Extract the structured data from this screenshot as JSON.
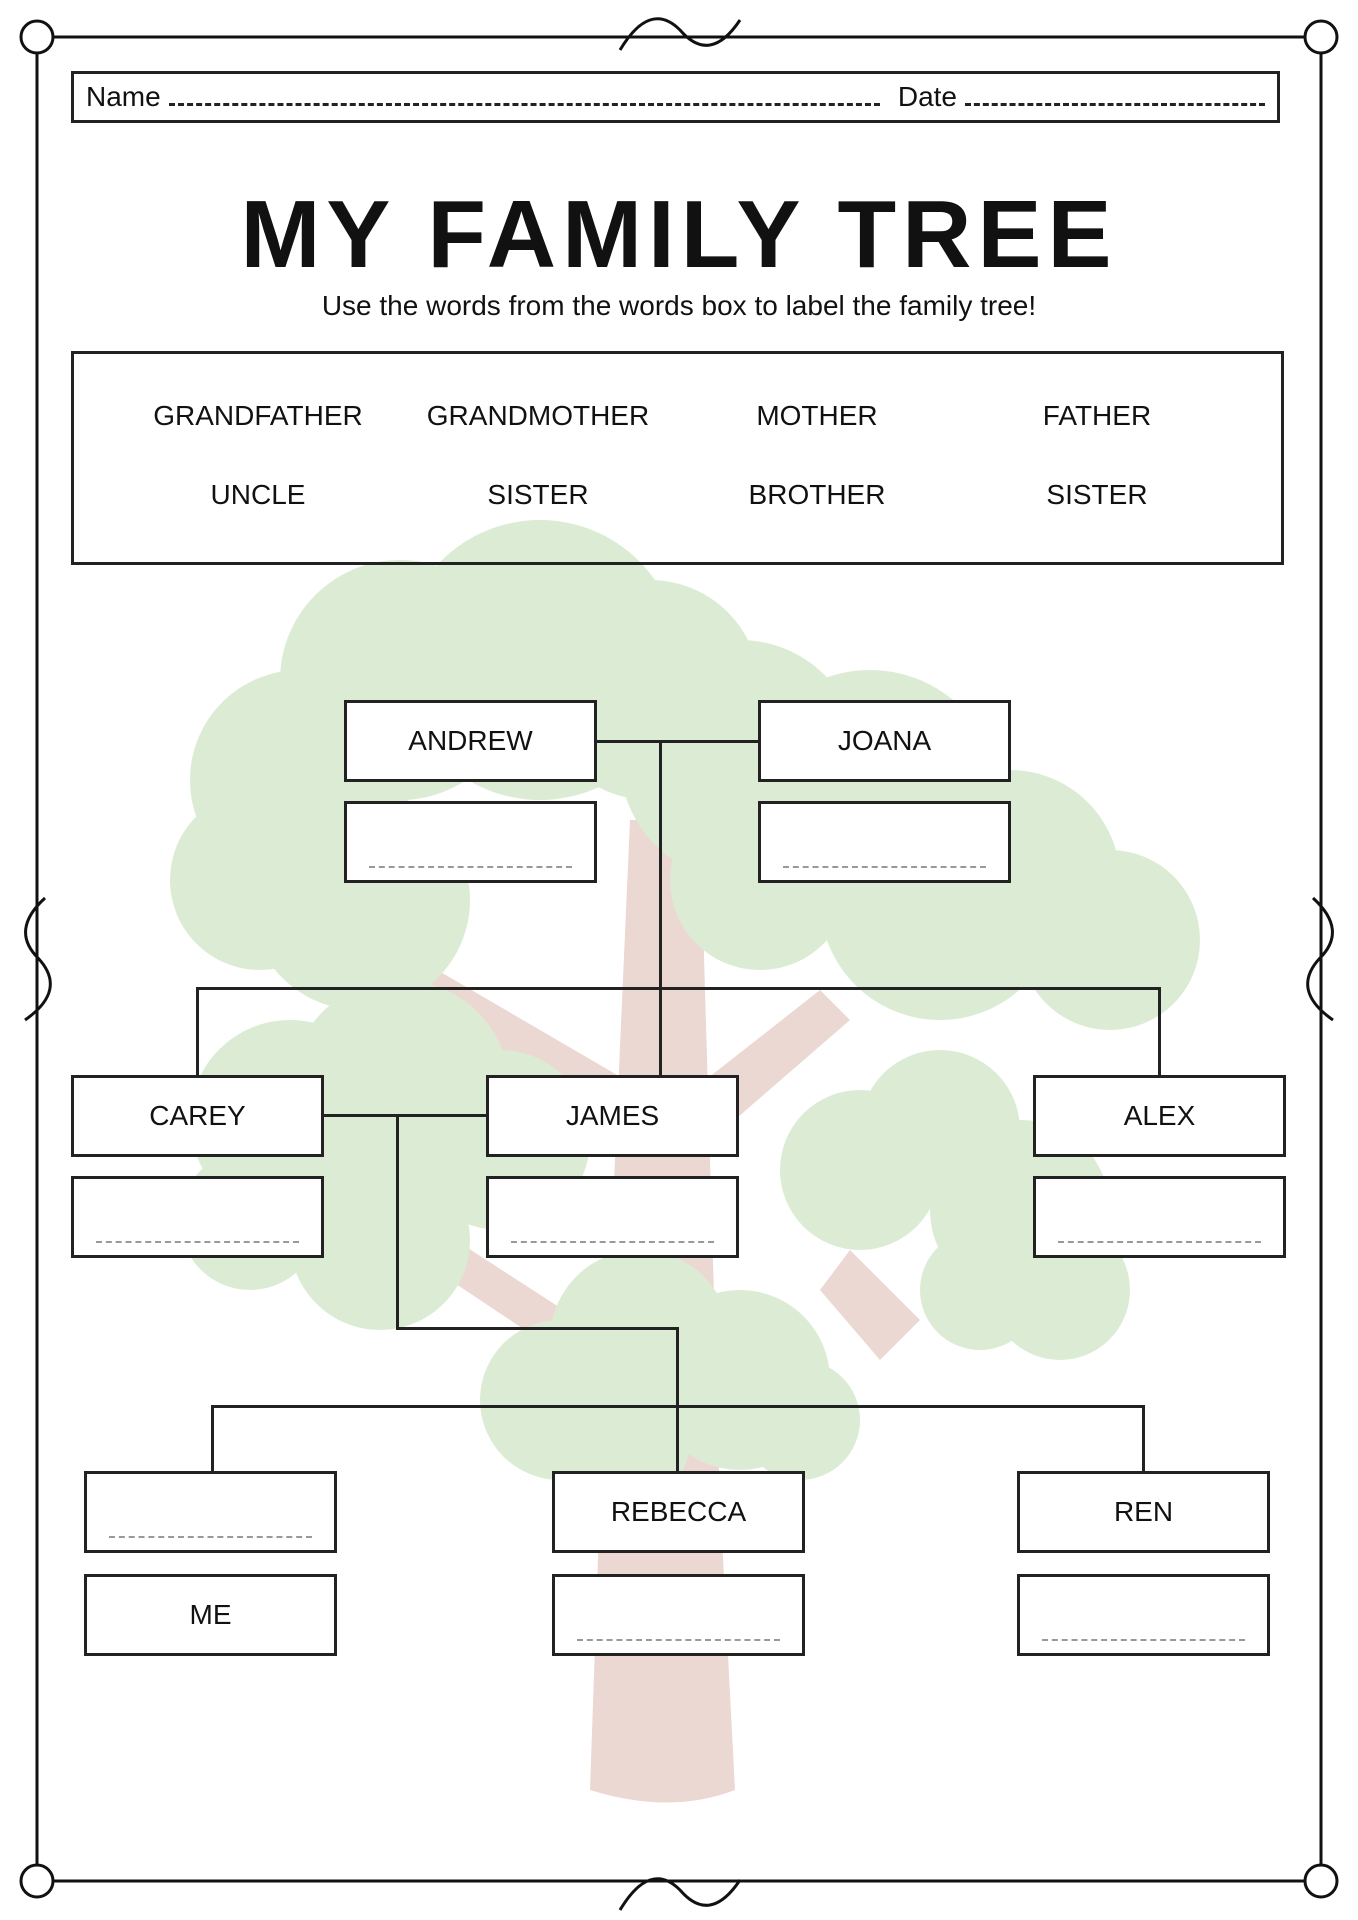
{
  "header": {
    "name_label": "Name",
    "date_label": "Date"
  },
  "title": "MY FAMILY TREE",
  "subtitle": "Use the words from the words box to label the family tree!",
  "word_box": {
    "words": [
      "GRANDFATHER",
      "GRANDMOTHER",
      "MOTHER",
      "FATHER",
      "UNCLE",
      "SISTER",
      "BROTHER",
      "SISTER"
    ]
  },
  "tree": {
    "grandparents": [
      "ANDREW",
      "JOANA"
    ],
    "parents": [
      "CAREY",
      "JAMES",
      "ALEX"
    ],
    "children": [
      "REBECCA",
      "REN"
    ],
    "me": "ME"
  },
  "colors": {
    "leaves": "#dcecd4",
    "trunk": "#ecd8d2",
    "ink": "#222222"
  }
}
